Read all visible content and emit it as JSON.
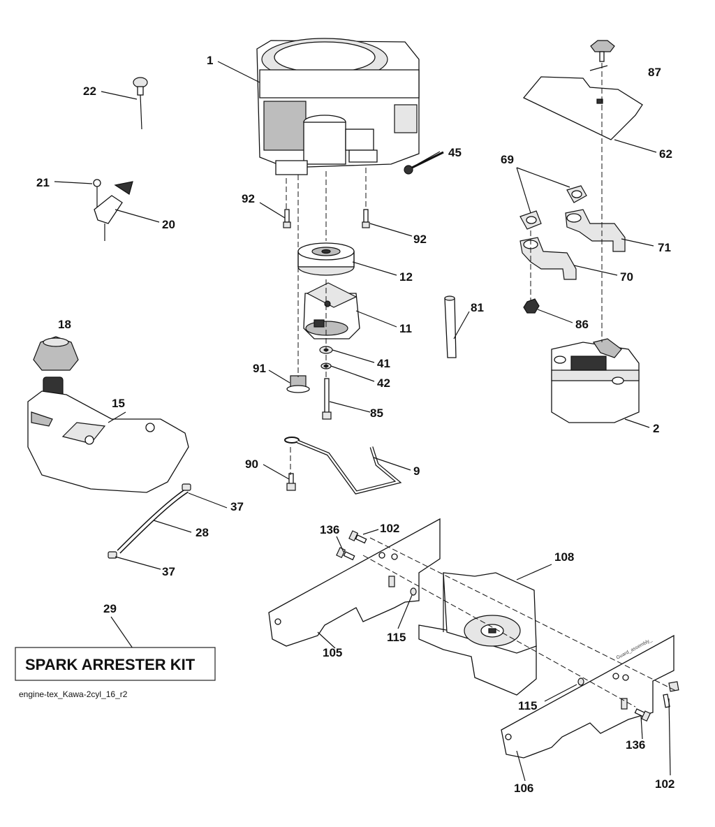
{
  "diagram": {
    "callouts": {
      "c1": "1",
      "c2": "2",
      "c9": "9",
      "c11": "11",
      "c12": "12",
      "c15": "15",
      "c18": "18",
      "c20": "20",
      "c21": "21",
      "c22": "22",
      "c28": "28",
      "c29": "29",
      "c37a": "37",
      "c37b": "37",
      "c41": "41",
      "c42": "42",
      "c45": "45",
      "c62": "62",
      "c69": "69",
      "c70": "70",
      "c71": "71",
      "c81": "81",
      "c85": "85",
      "c86": "86",
      "c87": "87",
      "c90": "90",
      "c91": "91",
      "c92a": "92",
      "c92b": "92",
      "c102a": "102",
      "c102b": "102",
      "c105": "105",
      "c106": "106",
      "c108": "108",
      "c115a": "115",
      "c115b": "115",
      "c136a": "136",
      "c136b": "136"
    },
    "kit_label": "SPARK ARRESTER KIT",
    "file_label": "engine-tex_Kawa-2cyl_16_r2",
    "guard_stamp": "Guard_assembly_"
  }
}
